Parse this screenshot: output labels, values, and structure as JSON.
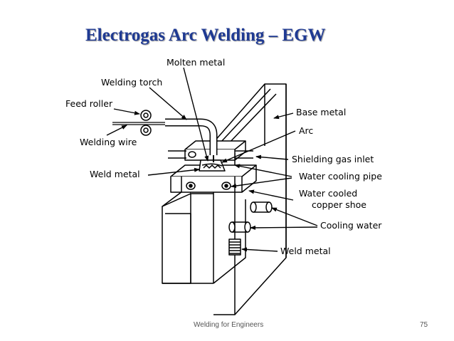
{
  "slide": {
    "title": "Electrogas Arc Welding – EGW",
    "footer_text": "Welding for Engineers",
    "page_number": "75"
  },
  "diagram": {
    "labels": {
      "molten_metal": "Molten metal",
      "welding_torch": "Welding torch",
      "feed_roller": "Feed roller",
      "welding_wire": "Welding wire",
      "weld_metal_left": "Weld metal",
      "base_metal": "Base metal",
      "arc": "Arc",
      "shielding_gas_inlet": "Shielding gas inlet",
      "water_cooling_pipe": "Water cooling pipe",
      "water_cooled_line1": "Water cooled",
      "water_cooled_line2": "copper shoe",
      "cooling_water": "Cooling water",
      "weld_metal_bottom": "Weld metal"
    }
  },
  "colors": {
    "title": "#1f3a93",
    "line": "#000000",
    "footer": "#555555"
  }
}
